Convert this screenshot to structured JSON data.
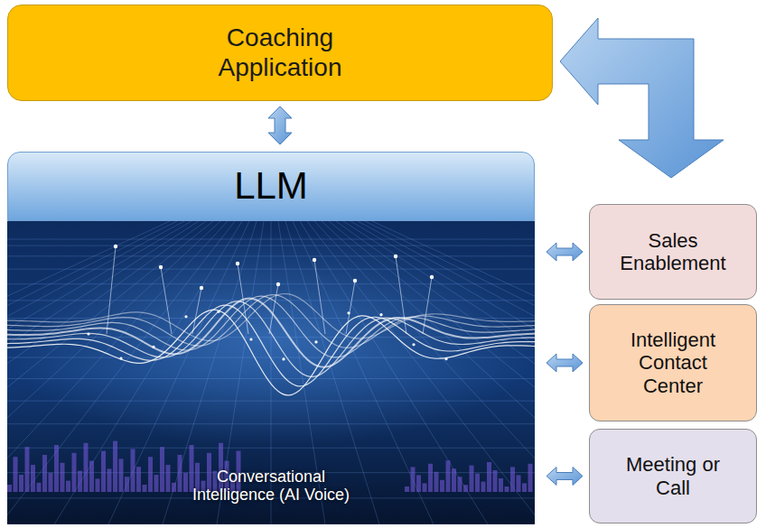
{
  "diagram": {
    "nodes": [
      {
        "text": [
          "Coaching Application"
        ]
      },
      {
        "text": [
          "LLM"
        ]
      },
      {
        "text": [
          "Conversational Intelligence (AI Voice)"
        ]
      },
      {
        "text": [
          "Sales Enablement"
        ]
      },
      {
        "text": [
          "Intelligent Contact Center"
        ]
      },
      {
        "text": [
          "Meeting or Call"
        ]
      }
    ],
    "edges": [
      {
        "from": 0,
        "to": 1,
        "arrow": "both"
      },
      {
        "from": 0,
        "to": 3,
        "arrow": "both"
      },
      {
        "from": 3,
        "to": 2,
        "arrow": "both"
      },
      {
        "from": 4,
        "to": 2,
        "arrow": "both"
      },
      {
        "from": 5,
        "to": 2,
        "arrow": "both"
      }
    ]
  }
}
